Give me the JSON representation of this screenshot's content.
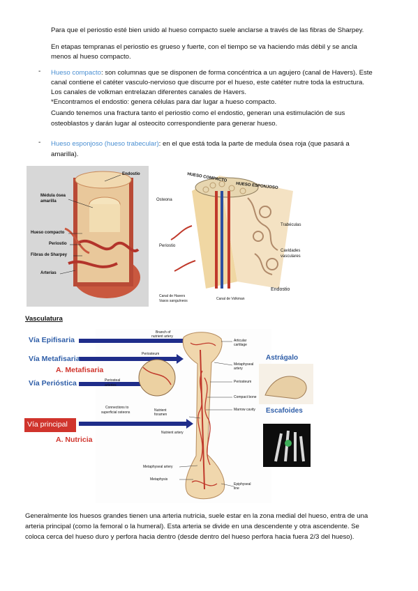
{
  "paragraphs": {
    "p1": "Para que el periostio esté bien unido al hueso compacto suele anclarse a través de las fibras de Sharpey.",
    "p2_line1": "En etapas tempranas el periostio es grueso y fuerte, con el tiempo se va haciendo más débil y se ancla",
    "p2_line2": "menos al hueso compacto."
  },
  "bullets": {
    "marker": "-",
    "compacto": {
      "term": "Hueso compacto",
      "line1": ": son columnas que se disponen de forma concéntrica a un agujero (canal de Havers). Este",
      "line2": "canal contiene el catéter vasculo-nervioso que discurre por el hueso, este catéter nutre toda la estructura.",
      "line3": "Los canales de volkman entrelazan diferentes canales de Havers.",
      "line4": "*Encontramos el endostio: genera células para dar lugar a hueso compacto.",
      "line5": "Cuando tenemos una fractura tanto el periostio como el endostio, generan una estimulación de sus",
      "line6": "osteoblastos y darán lugar al osteocito correspondiente para generar hueso."
    },
    "esponjoso": {
      "term": "Hueso esponjoso (hueso trabecular)",
      "line1": ": en el que está toda la parte de medula ósea roja (que pasará a",
      "line2": "amarilla)."
    }
  },
  "figure1": {
    "labels": {
      "endostio": "Endostio",
      "medula1": "Médula ósea",
      "medula2": "amarilla",
      "compacto": "Hueso compacto",
      "periostio": "Periostio",
      "sharpey": "Fibras de Sharpey",
      "arterias": "Arterias"
    }
  },
  "figure2": {
    "labels": {
      "hueso_compacto": "HUESO COMPACTO",
      "hueso_esponjoso": "HUESO ESPONJOSO",
      "osteona": "Osteona",
      "trabeculas": "Trabéculas",
      "periostio": "Periostio",
      "cavidades1": "Cavidades",
      "cavidades2": "vasculares",
      "endostio": "Endostio",
      "havers1": "Canal de Havers",
      "havers2": "Vasos sanguíneos",
      "volkman": "Canal de Volkman"
    }
  },
  "heading_vasc": "Vasculatura",
  "figure3": {
    "routes": {
      "epifisaria": "Vía Epifisaria",
      "metafisaria": "Vía Metafisaria",
      "a_metafisaria": "A. Metafisaria",
      "periostica": "Vía Perióstica",
      "principal": "Vía principal",
      "a_nutricia": "A. Nutricia"
    },
    "labels": {
      "branch1": "Branch of",
      "branch2": "nutrient artery",
      "periosteum": "Periosteum",
      "periosteal1": "Periosteal",
      "periosteal2": "arteries",
      "conn1": "Connections to",
      "conn2": "superficial osteons",
      "nutrient_foramen1": "Nutrient",
      "nutrient_foramen2": "foramen",
      "nutrient_artery": "Nutrient artery",
      "articular1": "Articular",
      "articular2": "cartilage",
      "metaphyseal_art1": "Metaphyseal",
      "metaphyseal_art2": "artery",
      "periosteum_r": "Periosteum",
      "compact_bone": "Compact bone",
      "marrow": "Marrow cavity",
      "metaphyseal_artery": "Metaphyseal artery",
      "metaphysis": "Metaphysis",
      "epiphyseal1": "Epiphyseal",
      "epiphyseal2": "line"
    },
    "side": {
      "astragalo": "Astrágalo",
      "escafoides": "Escafoides"
    }
  },
  "closing": {
    "line1": "Generalmente los huesos grandes tienen una arteria nutricia, suele estar en la zona medial del hueso, entra de una",
    "line2": "arteria principal (como la femoral o la humeral). Esta arteria se divide en una descendente y otra ascendente. Se",
    "line3": "coloca cerca del hueso duro y perfora hacia dentro (desde dentro del hueso perfora hacia fuera 2/3 del hueso)."
  },
  "colors": {
    "term_blue": "#4a8fd2",
    "route_blue": "#2f5ea8",
    "route_red": "#d0342c",
    "arrow_navy": "#1f2d8a"
  }
}
